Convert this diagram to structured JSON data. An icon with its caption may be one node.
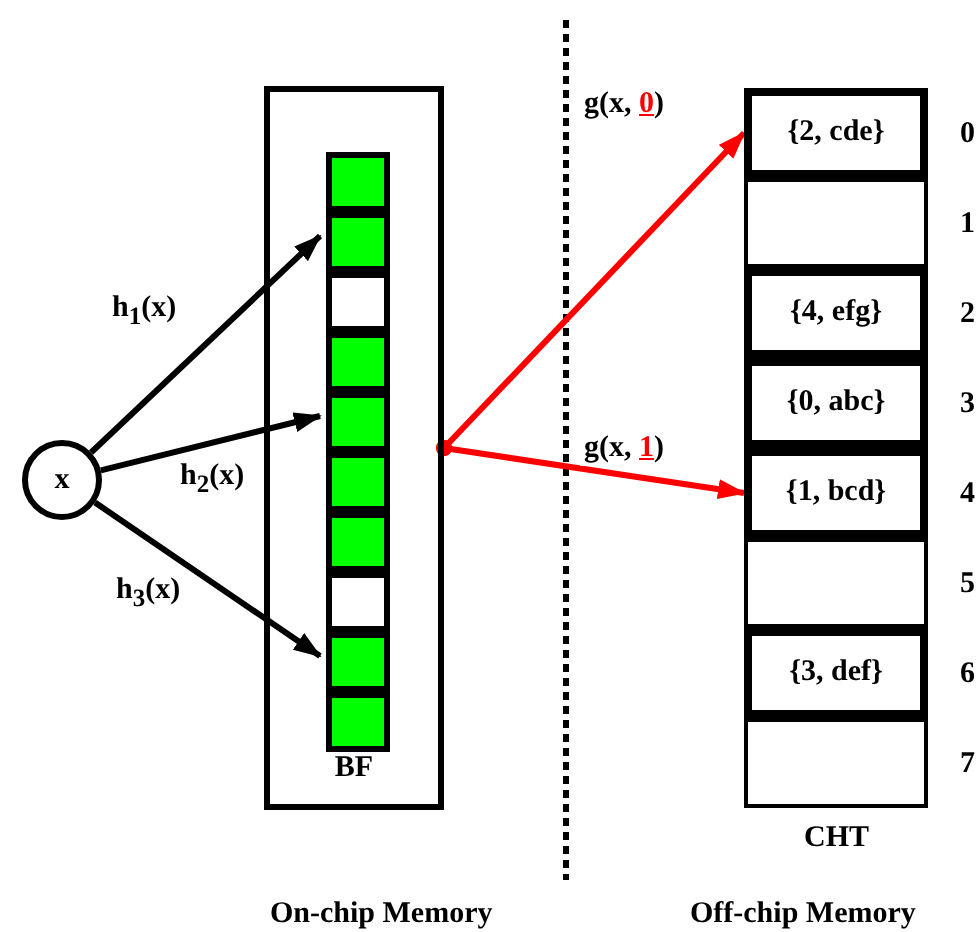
{
  "diagram": {
    "nodes": [
      {
        "text": [
          "x"
        ]
      },
      {
        "text": [
          "BF"
        ]
      },
      {
        "text": [],
        "shape": "box",
        "in": 1
      },
      {
        "text": [],
        "shape": "box",
        "in": 1
      },
      {
        "text": [],
        "shape": "box",
        "in": 1
      },
      {
        "text": [],
        "shape": "box",
        "in": 1
      },
      {
        "text": [],
        "shape": "box",
        "in": 1
      },
      {
        "text": [],
        "shape": "box",
        "in": 1
      },
      {
        "text": [],
        "shape": "box",
        "in": 1
      },
      {
        "text": [],
        "shape": "box",
        "in": 1
      },
      {
        "text": [],
        "shape": "box",
        "in": 1
      },
      {
        "text": [],
        "shape": "box",
        "in": 1
      },
      {
        "text": [
          "{2, cde}"
        ],
        "beside": [
          "0"
        ]
      },
      {
        "text": [],
        "shape": "box",
        "beside": [
          "1"
        ]
      },
      {
        "text": [
          "{4, efg}"
        ],
        "beside": [
          "2"
        ]
      },
      {
        "text": [
          "{0, abc}"
        ],
        "beside": [
          "3"
        ]
      },
      {
        "text": [
          "{1, bcd}"
        ],
        "beside": [
          "4"
        ]
      },
      {
        "text": [],
        "shape": "box",
        "beside": [
          "5"
        ]
      },
      {
        "text": [
          "{3, def}"
        ],
        "beside": [
          "6"
        ]
      },
      {
        "text": [],
        "shape": "box",
        "beside": [
          "7"
        ]
      }
    ],
    "edges": [
      {
        "from": 0,
        "to": 3,
        "arrow": "to",
        "label": "h$_{1}$(x)"
      },
      {
        "from": 0,
        "to": 6,
        "arrow": "to",
        "label": "h$_{2}$(x)"
      },
      {
        "from": 0,
        "to": 10,
        "arrow": "to",
        "label": "h$_{3}$(x)"
      },
      {
        "from": 1,
        "to": 12,
        "arrow": "to",
        "label": "g(x, **0**)",
        "color": "#ff0000"
      },
      {
        "from": 1,
        "to": 16,
        "arrow": "to",
        "label": "g(x, **1**)",
        "color": "#ff0000"
      }
    ],
    "labels": [
      "CHT",
      "On-chip Memory",
      "Off-chip Memory"
    ]
  }
}
